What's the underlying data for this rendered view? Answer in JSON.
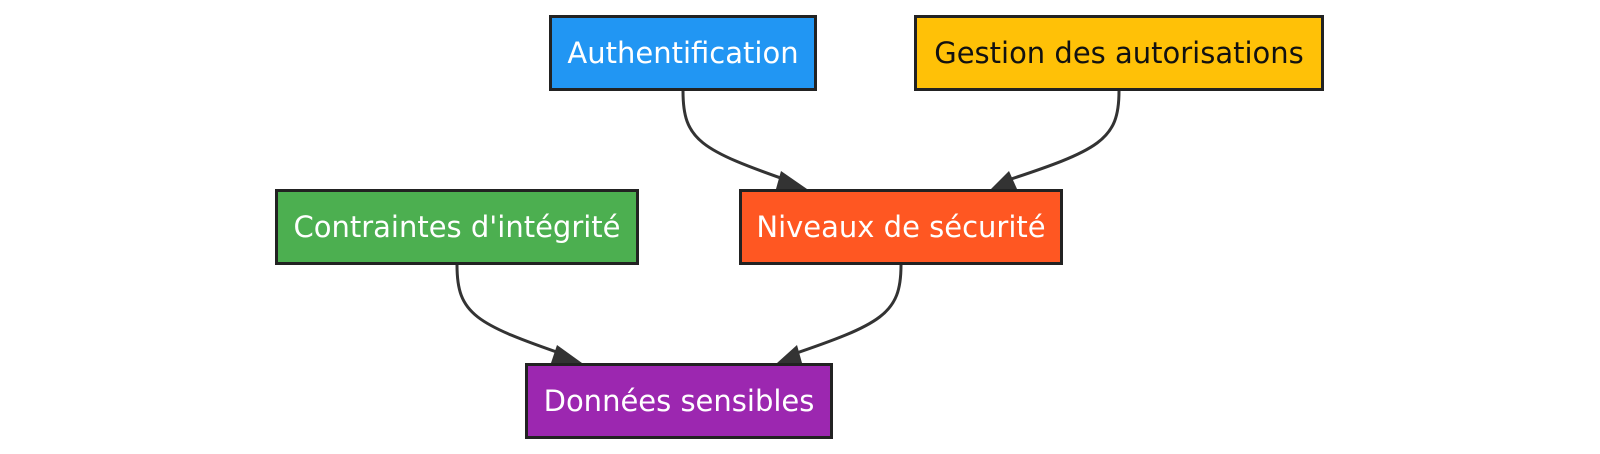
{
  "nodes": {
    "authentification": {
      "label": "Authentification",
      "fill": "#2196F3",
      "text_color": "#ffffff"
    },
    "gestion": {
      "label": "Gestion des autorisations",
      "fill": "#FFC107",
      "text_color": "#111111"
    },
    "contraintes": {
      "label": "Contraintes d'intégrité",
      "fill": "#4CAF50",
      "text_color": "#ffffff"
    },
    "niveaux": {
      "label": "Niveaux de sécurité",
      "fill": "#FF5722",
      "text_color": "#ffffff"
    },
    "donnees": {
      "label": "Données sensibles",
      "fill": "#9C27B0",
      "text_color": "#ffffff"
    }
  },
  "edges": [
    {
      "from": "authentification",
      "to": "niveaux"
    },
    {
      "from": "gestion",
      "to": "niveaux"
    },
    {
      "from": "contraintes",
      "to": "donnees"
    },
    {
      "from": "niveaux",
      "to": "donnees"
    }
  ],
  "edge_color": "#333333",
  "border_color": "#222222"
}
